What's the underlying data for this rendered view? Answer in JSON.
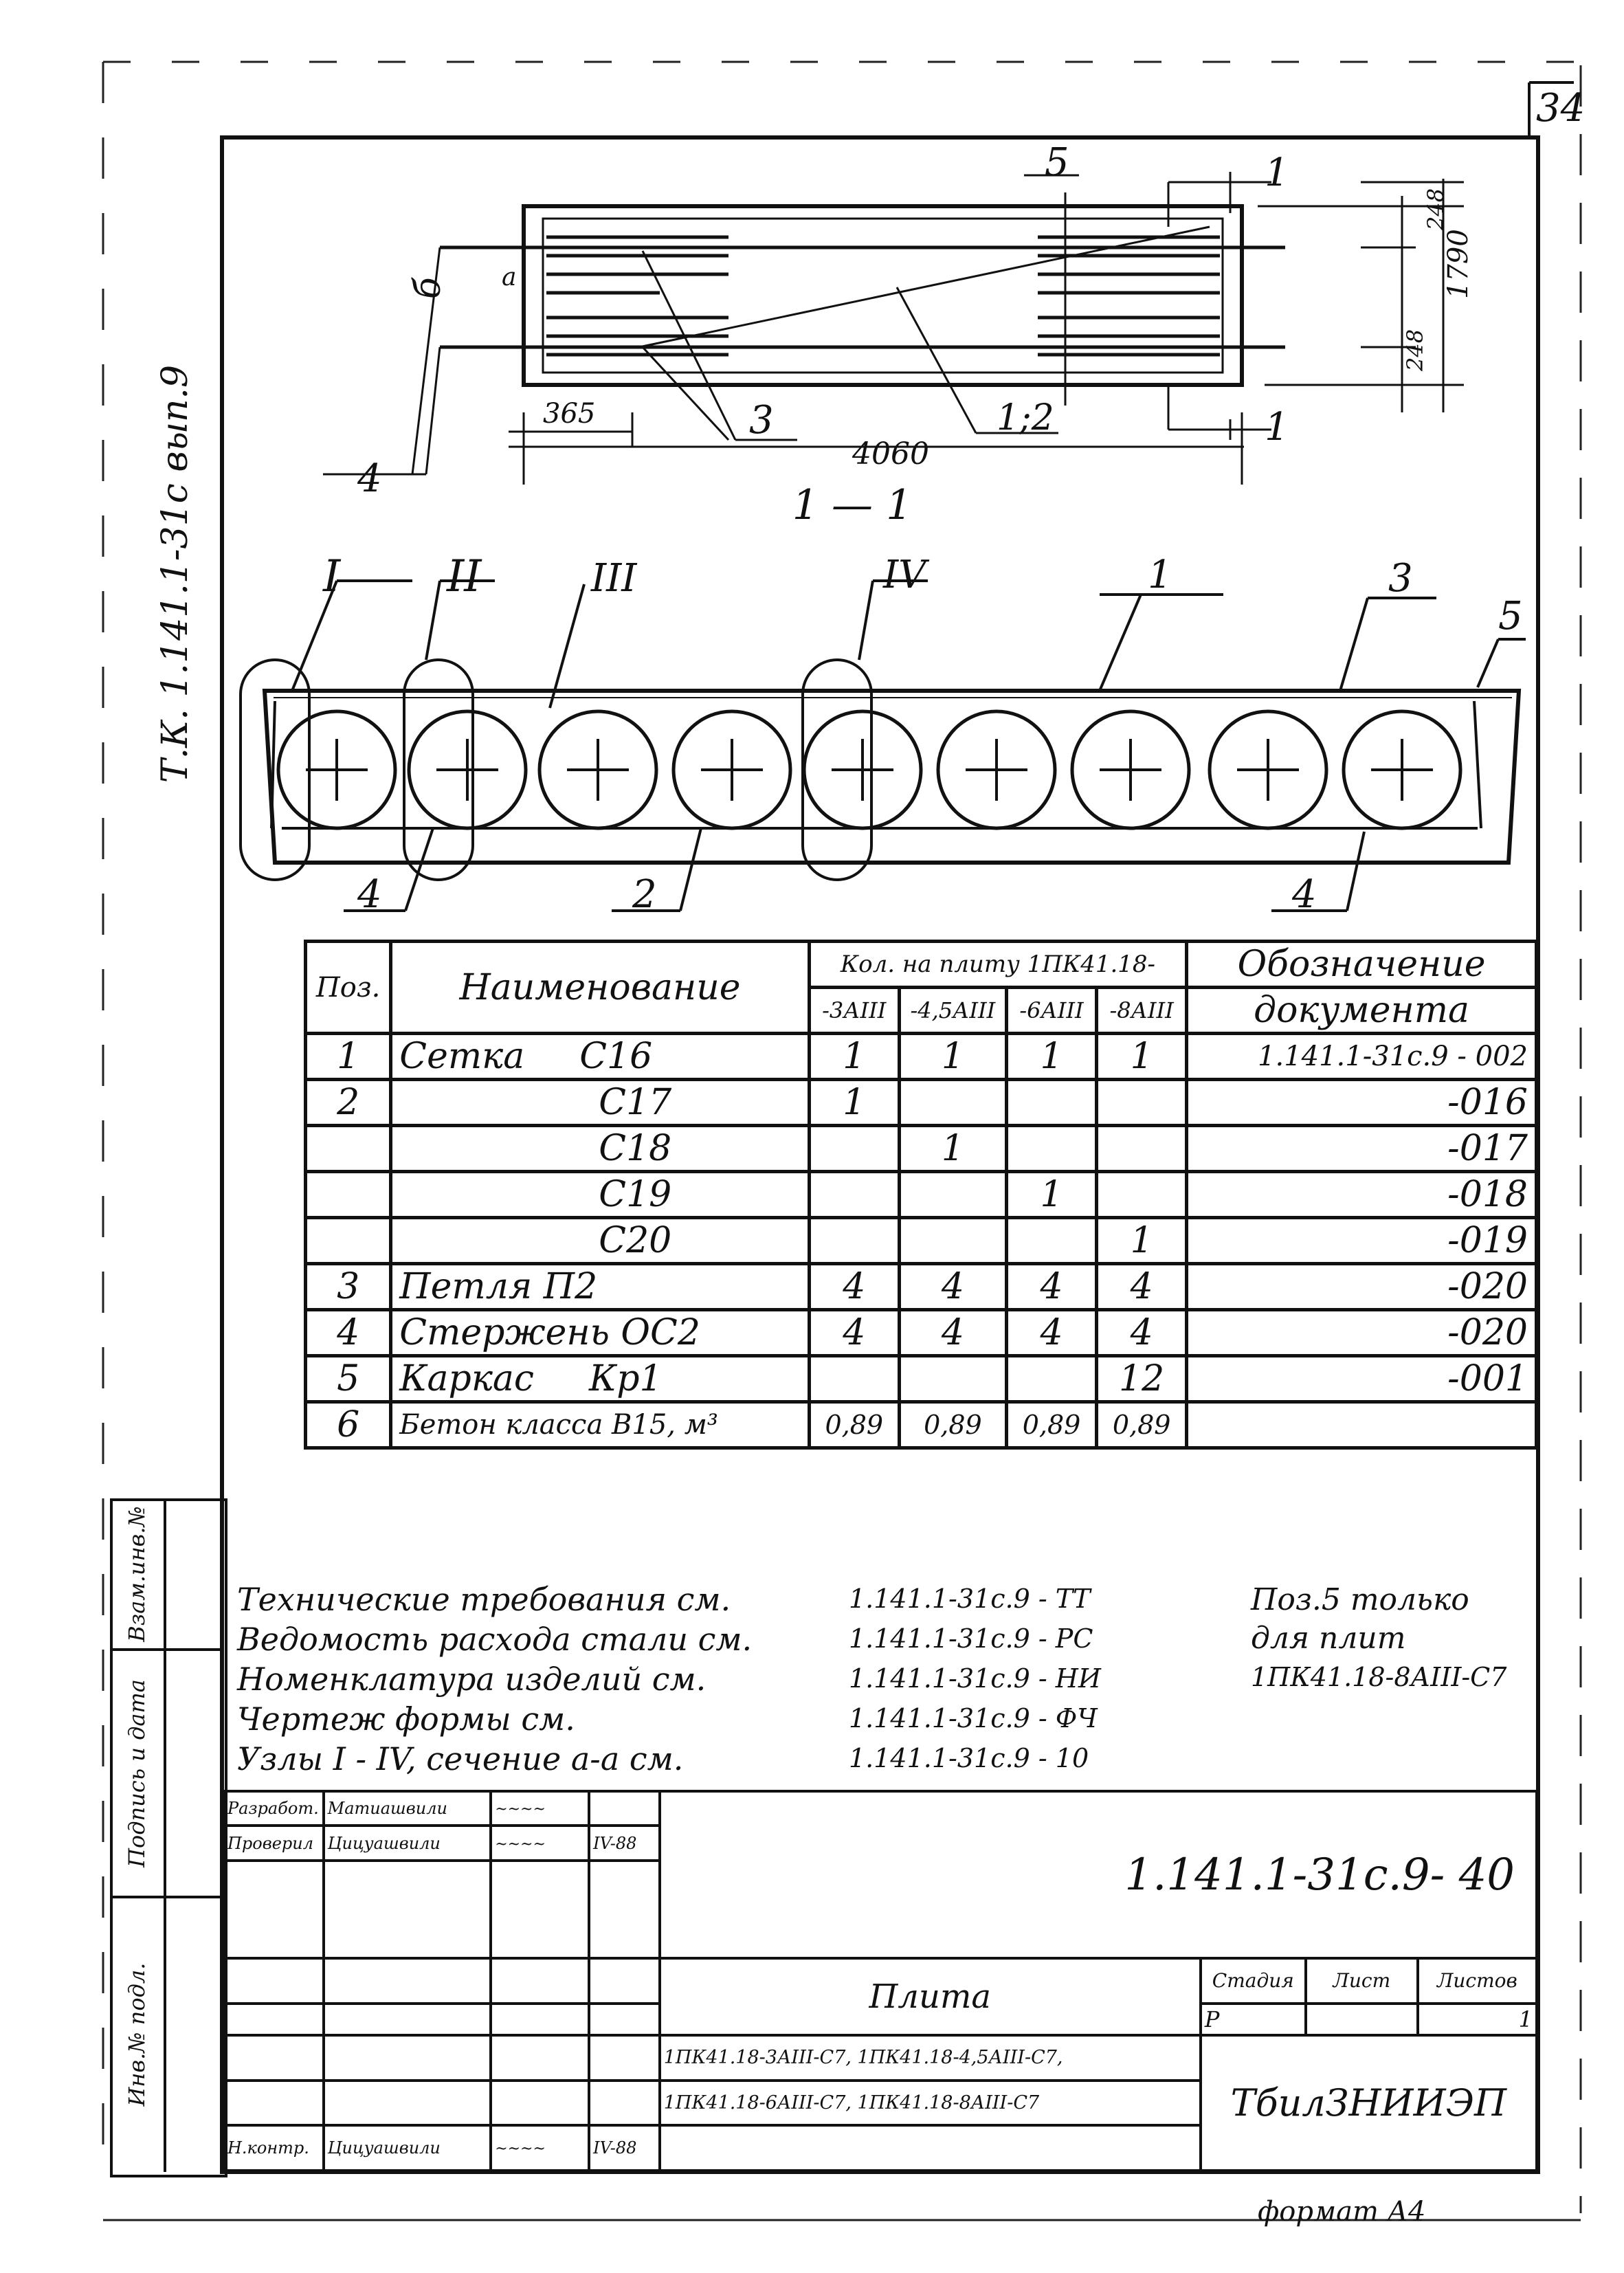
{
  "page_number": "34",
  "series_vertical": "Т.К. 1.141.1-31с вып.9",
  "plan": {
    "label_b": "б",
    "label_a": "а",
    "label_4": "4",
    "label_3": "3",
    "label_12": "1;2",
    "label_5": "5",
    "label_1_top": "1",
    "label_1_bottom": "1",
    "dim_365": "365",
    "dim_4060": "4060",
    "dim_248_top": "248",
    "dim_248_bottom": "248",
    "dim_1790": "1790"
  },
  "section": {
    "title": "1 — 1",
    "node_I": "I",
    "node_II": "II",
    "node_III": "III",
    "node_IV": "IV",
    "label_1": "1",
    "label_3": "3",
    "label_5": "5",
    "label_4_left": "4",
    "label_2": "2",
    "label_4_right": "4"
  },
  "spec": {
    "header": {
      "pos": "Поз.",
      "name": "Наименование",
      "qty_group": "Кол. на плиту 1ПК41.18-",
      "doc_line1": "Обозначение",
      "doc_line2": "документа",
      "sub_cols": [
        "-3АIII",
        "-4,5АIII",
        "-6АIII",
        "-8АIII"
      ]
    },
    "rows": [
      {
        "pos": "1",
        "name": "Сетка",
        "mark": "С16",
        "q1": "1",
        "q2": "1",
        "q3": "1",
        "q4": "1",
        "doc": "1.141.1-31с.9 - 002"
      },
      {
        "pos": "2",
        "name": "",
        "mark": "С17",
        "q1": "1",
        "q2": "",
        "q3": "",
        "q4": "",
        "doc": "-016"
      },
      {
        "pos": "",
        "name": "",
        "mark": "С18",
        "q1": "",
        "q2": "1",
        "q3": "",
        "q4": "",
        "doc": "-017"
      },
      {
        "pos": "",
        "name": "",
        "mark": "С19",
        "q1": "",
        "q2": "",
        "q3": "1",
        "q4": "",
        "doc": "-018"
      },
      {
        "pos": "",
        "name": "",
        "mark": "С20",
        "q1": "",
        "q2": "",
        "q3": "",
        "q4": "1",
        "doc": "-019"
      },
      {
        "pos": "3",
        "name": "Петля П2",
        "mark": "",
        "q1": "4",
        "q2": "4",
        "q3": "4",
        "q4": "4",
        "doc": "-020"
      },
      {
        "pos": "4",
        "name": "Стержень ОС2",
        "mark": "",
        "q1": "4",
        "q2": "4",
        "q3": "4",
        "q4": "4",
        "doc": "-020"
      },
      {
        "pos": "5",
        "name": "Каркас",
        "mark": "Кр1",
        "q1": "",
        "q2": "",
        "q3": "",
        "q4": "12",
        "doc": "-001"
      },
      {
        "pos": "6",
        "name": "Бетон класса В15, м³",
        "mark": "",
        "q1": "0,89",
        "q2": "0,89",
        "q3": "0,89",
        "q4": "0,89",
        "doc": ""
      }
    ]
  },
  "notes": [
    {
      "text": "Технические требования см.",
      "ref": "1.141.1-31с.9 - ТТ"
    },
    {
      "text": "Ведомость расхода стали см.",
      "ref": "1.141.1-31с.9 - РС"
    },
    {
      "text": "Номенклатура изделий см.",
      "ref": "1.141.1-31с.9 - НИ"
    },
    {
      "text": "Чертеж формы см.",
      "ref": "1.141.1-31с.9 - ФЧ"
    },
    {
      "text": "Узлы I - IV, сечение а-а см.",
      "ref": "1.141.1-31с.9 - 10"
    }
  ],
  "side_note": {
    "line1": "Поз.5 только",
    "line2": "для плит",
    "line3": "1ПК41.18-8АIII-С7"
  },
  "title_block": {
    "row1_role": "Разработ.",
    "row1_name": "Матиашвили",
    "row2_role": "Проверил",
    "row2_name": "Цицуашвили",
    "row2_date": "IV-88",
    "row6_role": "Н.контр.",
    "row6_name": "Цицуашвили",
    "row6_date": "IV-88",
    "designation": "1.141.1-31с.9- 40",
    "product": "Плита",
    "product_line1": "1ПК41.18-3АIII-С7, 1ПК41.18-4,5АIII-С7,",
    "product_line2": "1ПК41.18-6АIII-С7, 1ПК41.18-8АIII-С7",
    "stage_h": "Стадия",
    "sheet_h": "Лист",
    "sheets_h": "Листов",
    "stage": "Р",
    "sheet": "",
    "sheets": "1",
    "org": "ТбилЗНИИЭП"
  },
  "side_stamps": {
    "s1": "Взам.инв.№",
    "s2": "Подпись и дата",
    "s3": "Инв.№ подл."
  },
  "format": "формат А4"
}
